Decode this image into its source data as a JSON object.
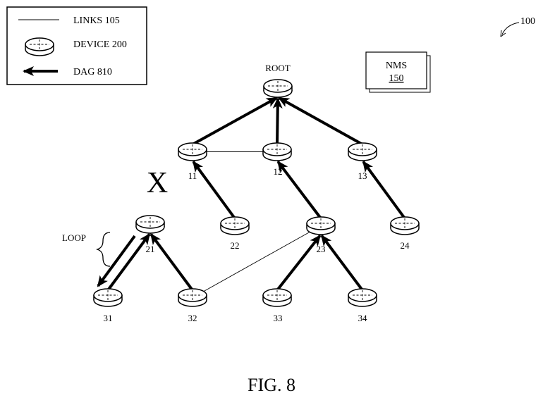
{
  "figure": {
    "reference": "100",
    "caption": "FIG. 8"
  },
  "legend": {
    "links": "LINKS 105",
    "device": "DEVICE 200",
    "dag": "DAG 810"
  },
  "nms": {
    "title": "NMS",
    "number": "150"
  },
  "nodes": [
    {
      "id": "root",
      "label": "ROOT"
    },
    {
      "id": "n11",
      "label": "11"
    },
    {
      "id": "n12",
      "label": "12"
    },
    {
      "id": "n13",
      "label": "13"
    },
    {
      "id": "n21",
      "label": "21"
    },
    {
      "id": "n22",
      "label": "22"
    },
    {
      "id": "n23",
      "label": "23"
    },
    {
      "id": "n24",
      "label": "24"
    },
    {
      "id": "n31",
      "label": "31"
    },
    {
      "id": "n32",
      "label": "32"
    },
    {
      "id": "n33",
      "label": "33"
    },
    {
      "id": "n34",
      "label": "34"
    }
  ],
  "links": [
    {
      "from": "n11",
      "to": "n12"
    },
    {
      "from": "n32",
      "to": "n23"
    }
  ],
  "dag": [
    {
      "from": "n11",
      "to": "root"
    },
    {
      "from": "n12",
      "to": "root"
    },
    {
      "from": "n13",
      "to": "root"
    },
    {
      "from": "n22",
      "to": "n11"
    },
    {
      "from": "n23",
      "to": "n12"
    },
    {
      "from": "n24",
      "to": "n13"
    },
    {
      "from": "n31",
      "to": "n21"
    },
    {
      "from": "n32",
      "to": "n21"
    },
    {
      "from": "n33",
      "to": "n23"
    },
    {
      "from": "n34",
      "to": "n23"
    }
  ],
  "loop": {
    "label": "LOOP",
    "from": "n21",
    "to": "n31"
  },
  "broken_link": {
    "mark": "X"
  }
}
